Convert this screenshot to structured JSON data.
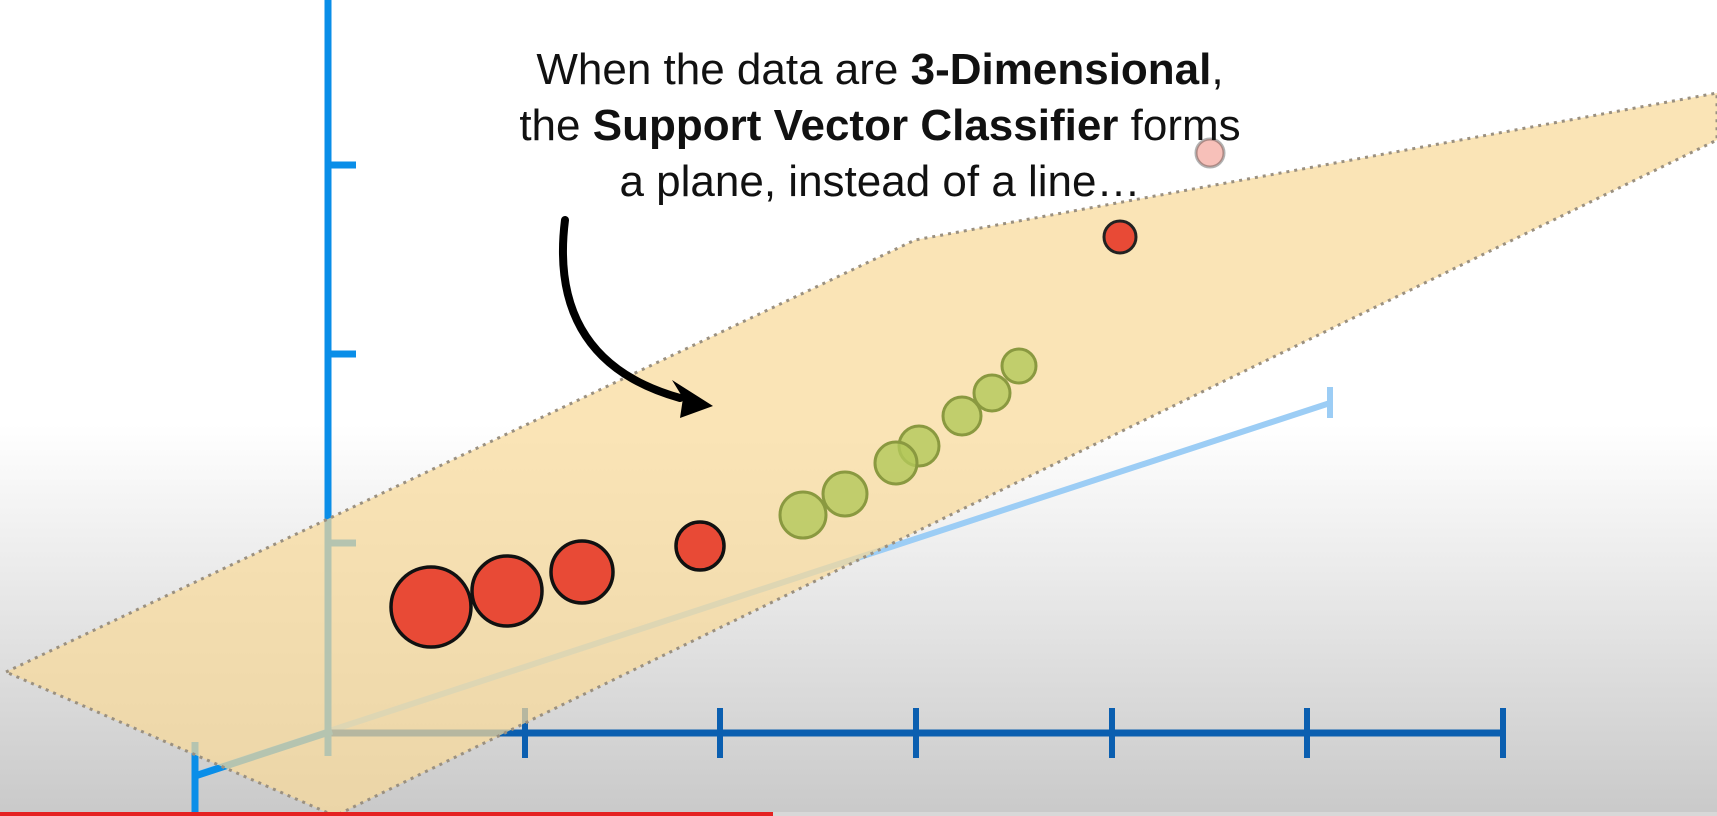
{
  "caption": {
    "line1_pre": "When the data are ",
    "line1_bold": "3-Dimensional",
    "line1_post": ",",
    "line2_pre": "the ",
    "line2_bold": "Support Vector Classifier",
    "line2_post": " forms",
    "line3": "a plane, instead of a line…"
  },
  "colors": {
    "axis_blue": "#0a8ee8",
    "axis_blue_dark": "#0b5fb0",
    "axis_depth": "#9ccdf5",
    "plane_fill": "#fbe2ae",
    "red_point": "#e84a36",
    "green_point": "#b3c85a",
    "progress_red": "#e52222"
  },
  "diagram": {
    "red_points": [
      {
        "id": "r1",
        "r": 37
      },
      {
        "id": "r2",
        "r": 31
      },
      {
        "id": "r3",
        "r": 27
      },
      {
        "id": "r4",
        "r": 23
      },
      {
        "id": "r5",
        "r": 14
      },
      {
        "id": "r6",
        "r": 11
      }
    ],
    "green_points": [
      {
        "id": "g1",
        "r": 21
      },
      {
        "id": "g2",
        "r": 20
      },
      {
        "id": "g3",
        "r": 19
      },
      {
        "id": "g4",
        "r": 18
      },
      {
        "id": "g5",
        "r": 18
      },
      {
        "id": "g6",
        "r": 17
      },
      {
        "id": "g7",
        "r": 16
      }
    ]
  },
  "video": {
    "progress": 0.45
  }
}
